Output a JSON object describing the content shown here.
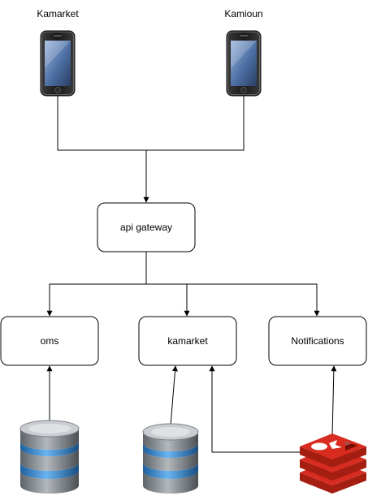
{
  "diagram": {
    "clients": [
      {
        "label": "Kamarket",
        "icon": "smartphone-icon"
      },
      {
        "label": "Kamioun",
        "icon": "smartphone-icon"
      }
    ],
    "gateway": {
      "label": "api gateway"
    },
    "services": [
      {
        "label": "oms"
      },
      {
        "label": "kamarket"
      },
      {
        "label": "Notifications"
      }
    ],
    "datastores": [
      {
        "icon": "database-icon",
        "connects_to": "oms"
      },
      {
        "icon": "database-icon",
        "connects_to": "kamarket"
      },
      {
        "icon": "redis-icon",
        "connects_to": [
          "kamarket",
          "Notifications"
        ]
      }
    ],
    "colors": {
      "line": "#000000",
      "box_fill": "#ffffff",
      "redis_red": "#d82c20",
      "db_blue": "#3d8fd6",
      "db_gray": "#8a8f94"
    }
  }
}
